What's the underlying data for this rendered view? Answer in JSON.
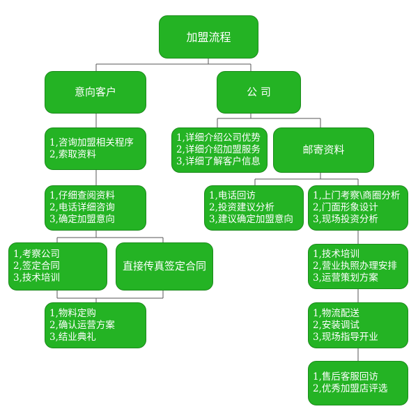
{
  "title": "加盟流程",
  "left": {
    "header": "意向客户",
    "step1": [
      "1,咨询加盟相关程序",
      "2,索取资料"
    ],
    "step2": [
      "1,仔细查阅资料",
      "2,电话详细咨询",
      "3,确定加盟意向"
    ],
    "step3a": [
      "1,考察公司",
      "2,签定合同",
      "3,技术培训"
    ],
    "step3b": "直接传真签定合同",
    "step4": [
      "1,物料定购",
      "2,确认运营方案",
      "3,结业典礼"
    ]
  },
  "right": {
    "header": "公 司",
    "intro": [
      "1,详细介绍公司优势",
      "2,详细介绍加盟服务",
      "3,详细了解客户信息"
    ],
    "mail": "邮寄资料",
    "callback": [
      "1,电话回访",
      "2,投资建议分析",
      "3,建议确定加盟意向"
    ],
    "visit": [
      "1,上门考察\\商圈分析",
      "2,门面形象设计",
      "3,现场投资分析"
    ],
    "training": [
      "1,技术培训",
      "2,营业执照办理安排",
      "3,运营策划方案"
    ],
    "logistics": [
      "1,物流配送",
      "2,安装调试",
      "3,现场指导开业"
    ],
    "aftersales": [
      "1,售后客服回访",
      "2,优秀加盟店评选"
    ]
  }
}
